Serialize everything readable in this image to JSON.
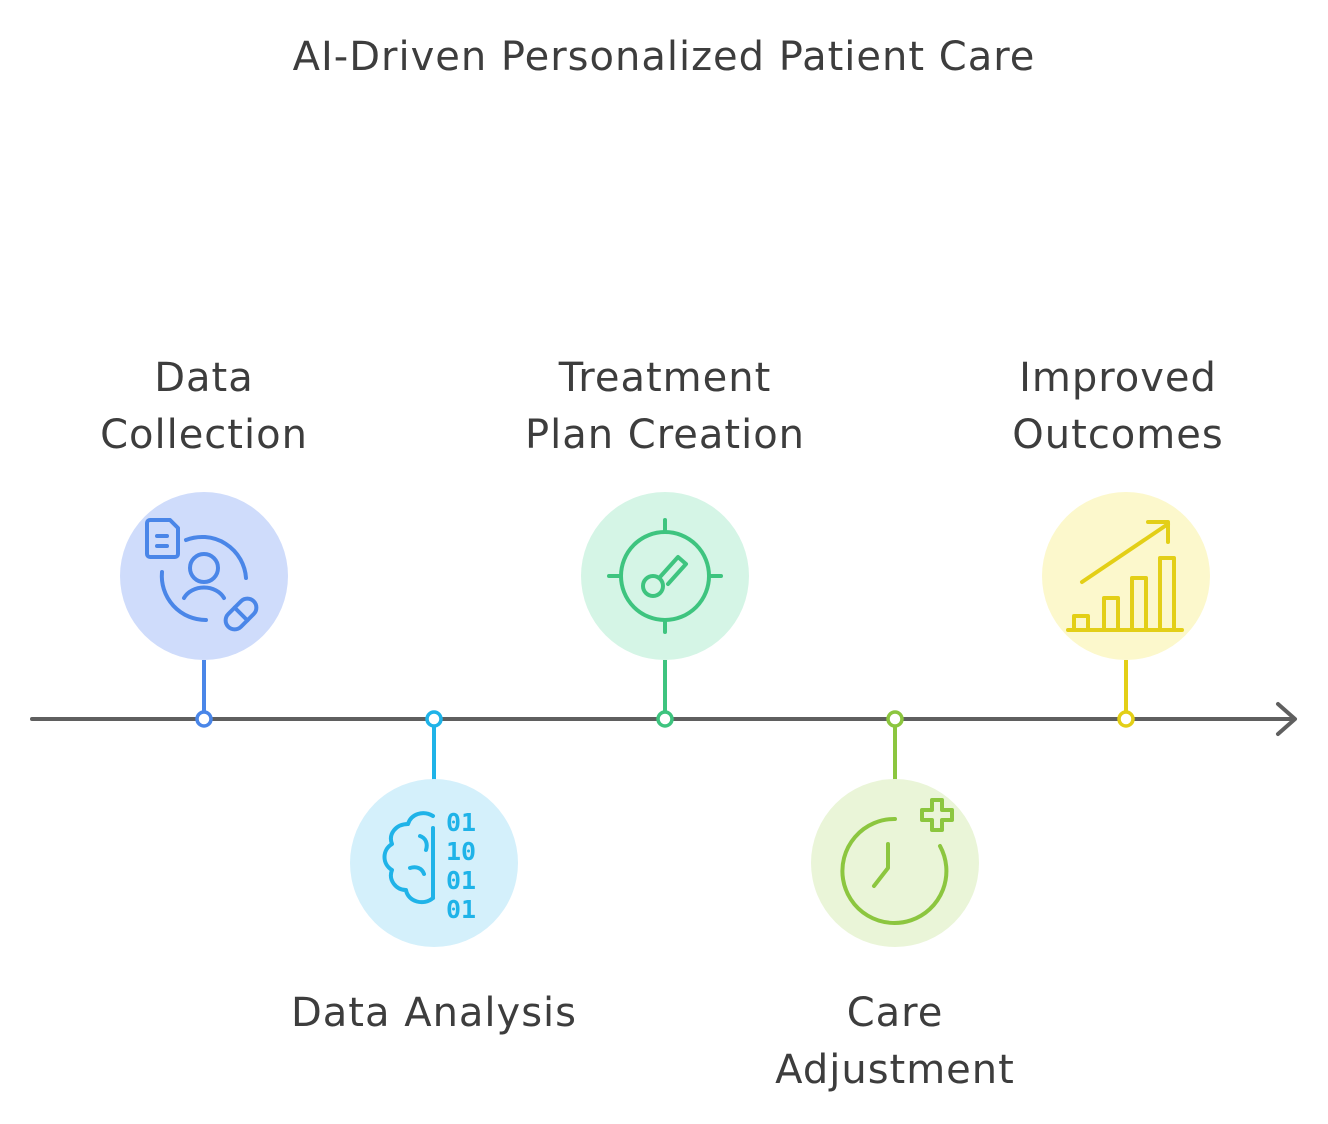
{
  "title": "AI-Driven Personalized Patient Care",
  "steps": [
    {
      "lines": [
        "Data",
        "Collection"
      ],
      "icon": "patient-data-icon",
      "color": "#4a86e8",
      "fill": "#cfdcfb"
    },
    {
      "lines": [
        "Data Analysis"
      ],
      "icon": "brain-binary-icon",
      "color": "#1fb3e8",
      "fill": "#d4f0fb"
    },
    {
      "lines": [
        "Treatment",
        "Plan Creation"
      ],
      "icon": "target-key-icon",
      "color": "#3ec47f",
      "fill": "#d5f5e6"
    },
    {
      "lines": [
        "Care",
        "Adjustment"
      ],
      "icon": "clock-plus-icon",
      "color": "#8cc63f",
      "fill": "#eaf5d8"
    },
    {
      "lines": [
        "Improved",
        "Outcomes"
      ],
      "icon": "growth-chart-icon",
      "color": "#e3cf17",
      "fill": "#fcf8cc"
    }
  ],
  "binary_text": [
    "01",
    "10",
    "01",
    "01"
  ]
}
